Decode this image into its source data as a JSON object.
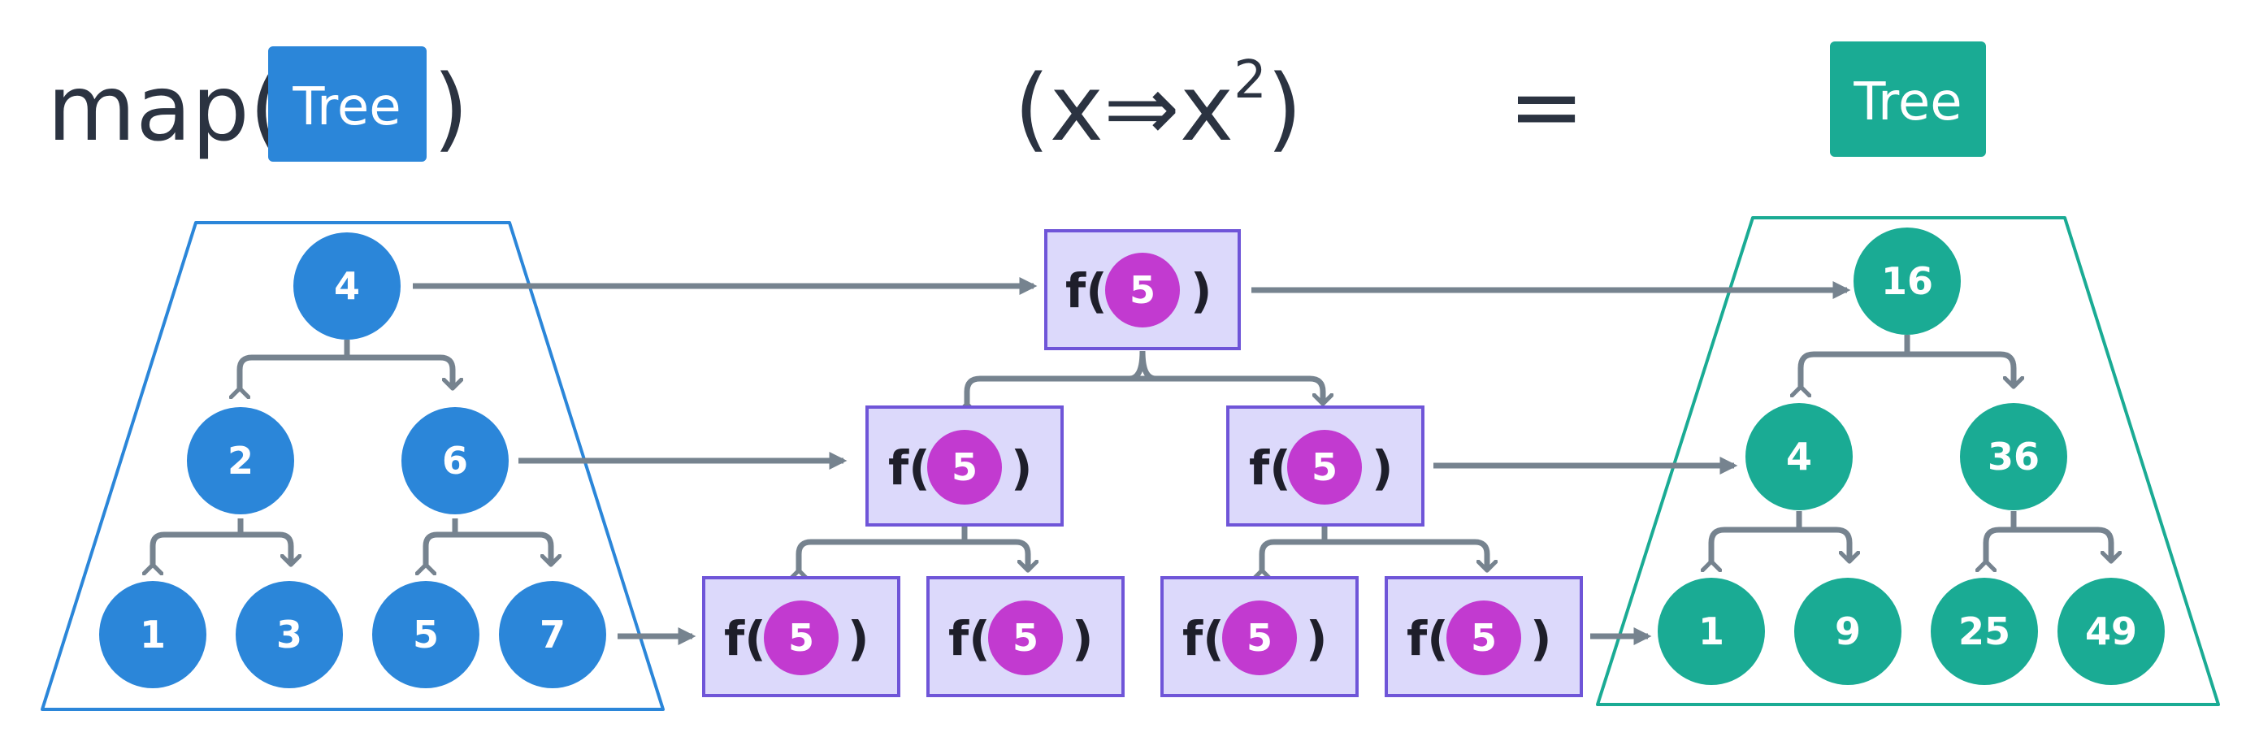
{
  "header": {
    "map_label": "map(",
    "map_close": ")",
    "input_tag": "Tree",
    "lambda": "(x⇒x",
    "lambda_exp": "2",
    "lambda_close": ")",
    "equals": "=",
    "output_tag": "Tree"
  },
  "colors": {
    "input": "#2b86d9",
    "output": "#1aab94",
    "func_box": "#dcd9fb",
    "func_border": "#6f55d8",
    "func_circle": "#c23ad0",
    "arrow": "#76838f",
    "text": "#2b3341"
  },
  "input_tree": {
    "root": "4",
    "level2": [
      "2",
      "6"
    ],
    "leaves": [
      "1",
      "3",
      "5",
      "7"
    ]
  },
  "func_tree": {
    "prefix": "f(",
    "suffix": ")",
    "arg": "5"
  },
  "output_tree": {
    "root": "16",
    "level2": [
      "4",
      "36"
    ],
    "leaves": [
      "1",
      "9",
      "25",
      "49"
    ]
  }
}
